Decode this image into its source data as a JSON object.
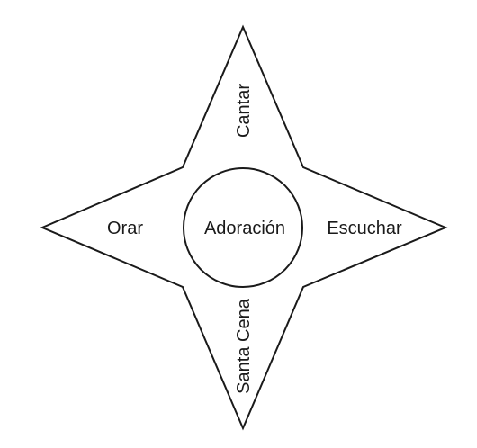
{
  "diagram": {
    "center_label": "Adoración",
    "points": {
      "top": "Cantar",
      "left": "Orar",
      "right": "Escuchar",
      "bottom": "Santa Cena"
    }
  }
}
